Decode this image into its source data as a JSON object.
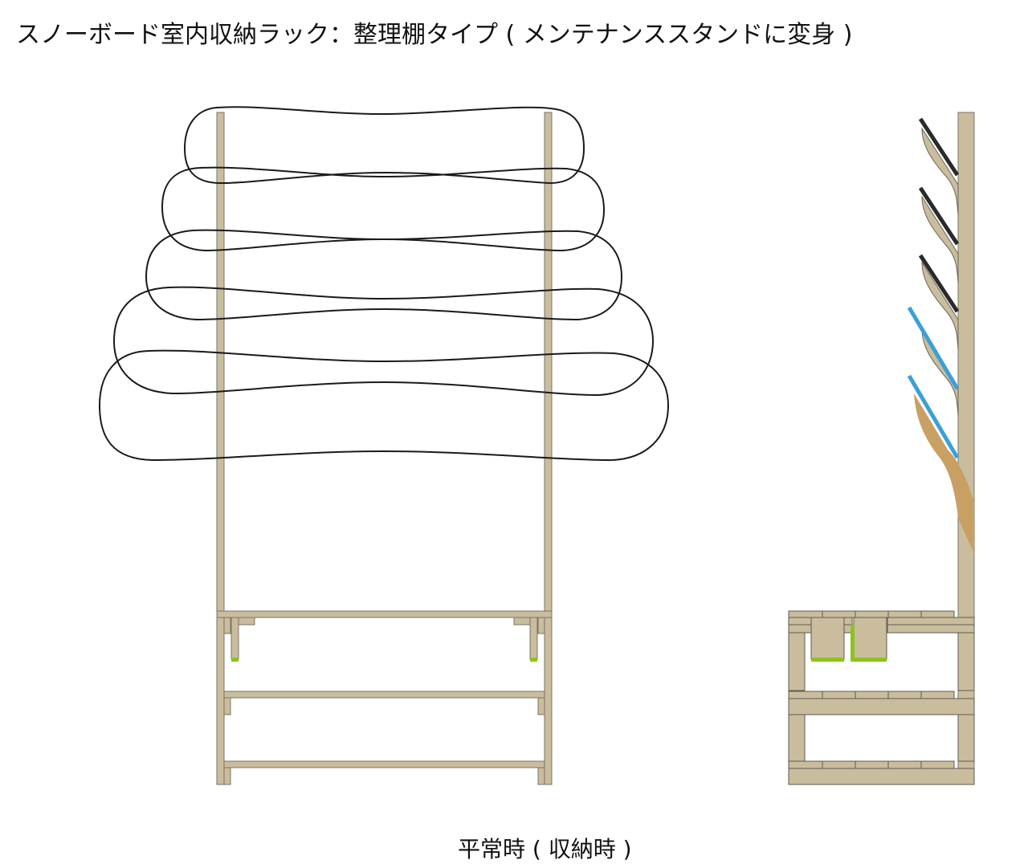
{
  "title": "スノーボード室内収納ラック：整理棚タイプ ( メンテナンススタンドに変身 )",
  "caption": "平常時 ( 収納時 )",
  "colors": {
    "wood": "#c9bd9e",
    "wood_outline": "#7a7468",
    "board_outline": "#1a1a1a",
    "pad_green": "#8dc21f",
    "board_blue": "#3aa0d8",
    "board_black": "#2a2a2a",
    "highlight_tan": "#c9a064"
  },
  "views": {
    "front": {
      "label": "front-view",
      "boards_stored": 5
    },
    "side": {
      "label": "side-view",
      "boards_black": 3,
      "boards_blue": 2
    }
  }
}
